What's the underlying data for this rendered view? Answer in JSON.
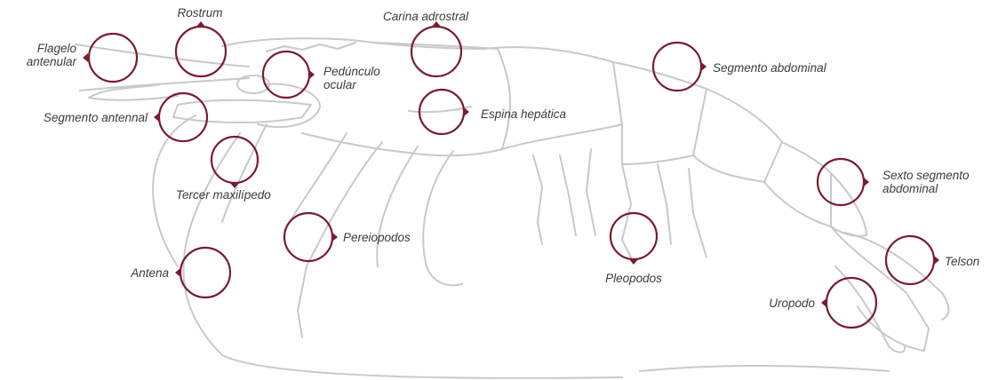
{
  "colors": {
    "accent": "#7a1c2e",
    "outline": "#c9c9c9",
    "text": "#3b3b3b"
  },
  "labels": {
    "rostrum": "Rostrum",
    "carina": "Carina adrostral",
    "flagelo": "Flagelo\nantenular",
    "pedunculo": "Pedúnculo\nocular",
    "segmento_antennal": "Segmento antennal",
    "espina": "Espina hepática",
    "segmento_abdominal": "Segmento abdominal",
    "tercer": "Tercer maxilípedo",
    "sexto": "Sexto segmento\nabdominal",
    "pereiopodos": "Pereiopodos",
    "antena": "Antena",
    "pleopodos": "Pleopodos",
    "telson": "Telson",
    "uropodo": "Uropodo"
  }
}
